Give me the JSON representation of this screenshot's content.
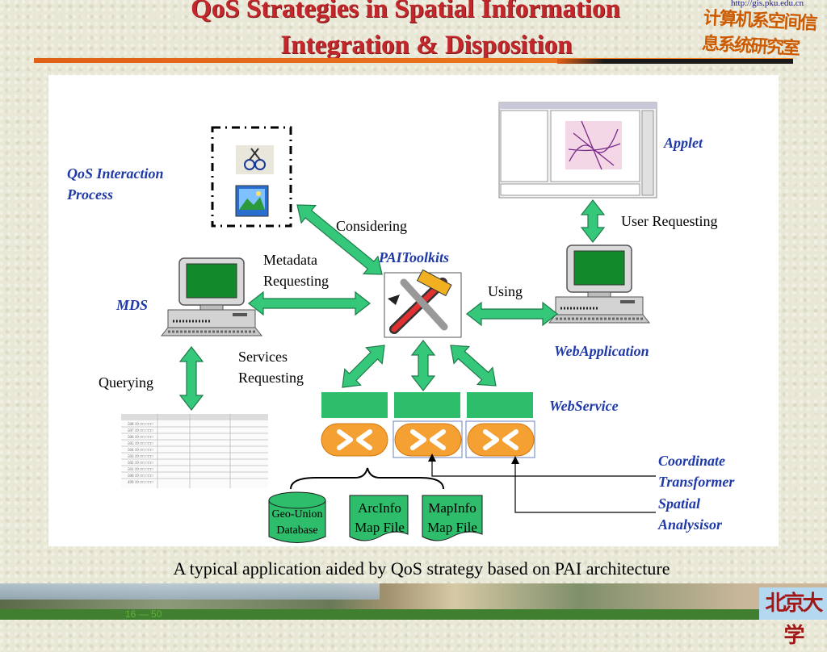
{
  "header": {
    "url": "http://gis.pku.edu.cn",
    "lab_name": "计算机系空间信息系统研究室",
    "title_line1": "QoS Strategies in Spatial Information",
    "title_line2": "Integration & Disposition"
  },
  "diagram": {
    "labels": {
      "qos_interaction": "QoS Interaction\nProcess",
      "considering": "Considering",
      "applet": "Applet",
      "user_requesting": "User Requesting",
      "metadata_requesting": "Metadata\nRequesting",
      "paitoolkits": "PAIToolkits",
      "using": "Using",
      "mds": "MDS",
      "webapplication": "WebApplication",
      "services_requesting": "Services\nRequesting",
      "querying": "Querying",
      "webservice": "WebService",
      "coordinate_transformer": "Coordinate\nTransformer",
      "spatial_analysisor": "Spatial\nAnalysisor",
      "geo_union_database": "Geo-Union\nDatabase",
      "arcinfo_map_file": "ArcInfo\nMap File",
      "mapinfo_map_file": "MapInfo\nMap File"
    },
    "colors": {
      "arrow": "#35c87a",
      "arrow_stroke": "#1f7a4a",
      "service_box": "#2ebd6b",
      "router": "#f5a033",
      "label_blue": "#1f3aa8",
      "title_red": "#c3262b"
    }
  },
  "caption": "A typical application aided by QoS strategy based on PAI architecture",
  "footer": {
    "page_number": "16 — 50",
    "logo_text": "北京大学"
  }
}
